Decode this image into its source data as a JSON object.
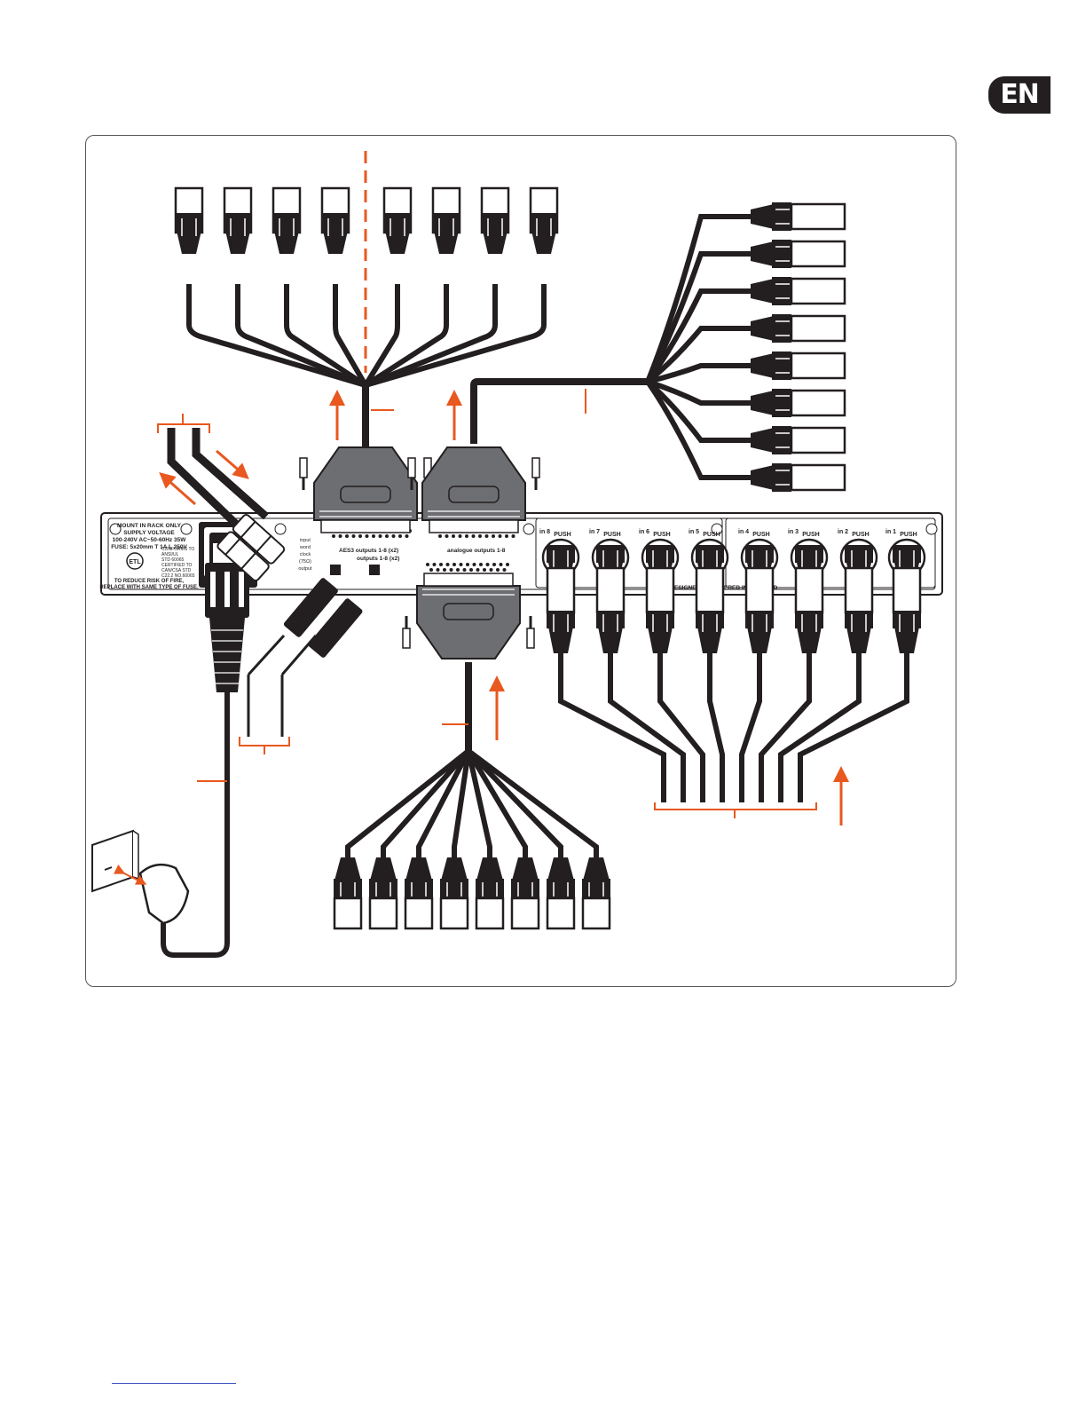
{
  "language_badge": "EN",
  "colors": {
    "accent": "#e8581f",
    "cable": "#231f20",
    "panel": "#ffffff",
    "connector": "#6d6e71"
  },
  "panel": {
    "safety_lines": [
      "MOUNT IN RACK ONLY",
      "SUPPLY VOLTAGE",
      "100-240V AC~50-60Hz 35W",
      "FUSE: 5x20mm T 1A L 250V"
    ],
    "conformity_lines": [
      "CONFORMS TO",
      "ANSI/UL",
      "STD 60065",
      "CERTIFIED TO",
      "CAN/CSA STD",
      "C22.2 NO.60065"
    ],
    "fuse_warning": [
      "TO REDUCE RISK OF FIRE,",
      "REPLACE WITH SAME TYPE OF FUSE."
    ],
    "wordclock_lines": [
      "input",
      "word",
      "clock",
      "(75Ω)",
      "output"
    ],
    "aes_label": "AES3 outputs 1-8 (x2)",
    "aes_sub_label": "outputs 1-8 (x2)",
    "analogue_label": "analogue outputs 1-8",
    "input_labels": [
      "in 8",
      "in 7",
      "in 6",
      "in 5",
      "in 4",
      "in 3",
      "in 2",
      "in 1"
    ],
    "push_label": "PUSH",
    "strip_text": "ESIGNED ENGINEERED IN ENGLAND"
  }
}
